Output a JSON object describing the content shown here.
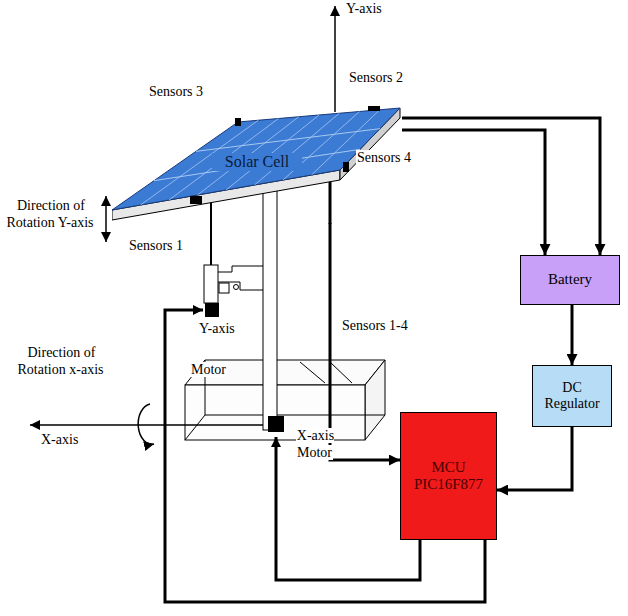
{
  "diagram": {
    "nodes": [
      {
        "text": [
          "Solar Cell"
        ]
      },
      {
        "text": [
          "Battery"
        ]
      },
      {
        "text": [
          "DC Regulator"
        ]
      },
      {
        "text": [
          "MCU PIC16F877"
        ]
      }
    ],
    "edges": [
      {
        "from": 0,
        "to": 1,
        "arrow": "to"
      },
      {
        "from": 0,
        "to": 1,
        "arrow": "to"
      },
      {
        "from": 1,
        "to": 2,
        "arrow": "to"
      },
      {
        "from": 2,
        "to": 3,
        "arrow": "to"
      },
      {
        "from": 0,
        "to": 3,
        "label": "Sensors 1-4",
        "arrow": "to"
      }
    ],
    "labels": [
      "Y-axis",
      "Sensors 2",
      "Sensors 3",
      "Direction of Rotation Y-axis",
      "Sensors 1",
      "Sensors 4",
      "Y-axis",
      "Motor",
      "Direction of Rotation x-axis",
      "X-axis",
      "X-axis Motor"
    ]
  }
}
